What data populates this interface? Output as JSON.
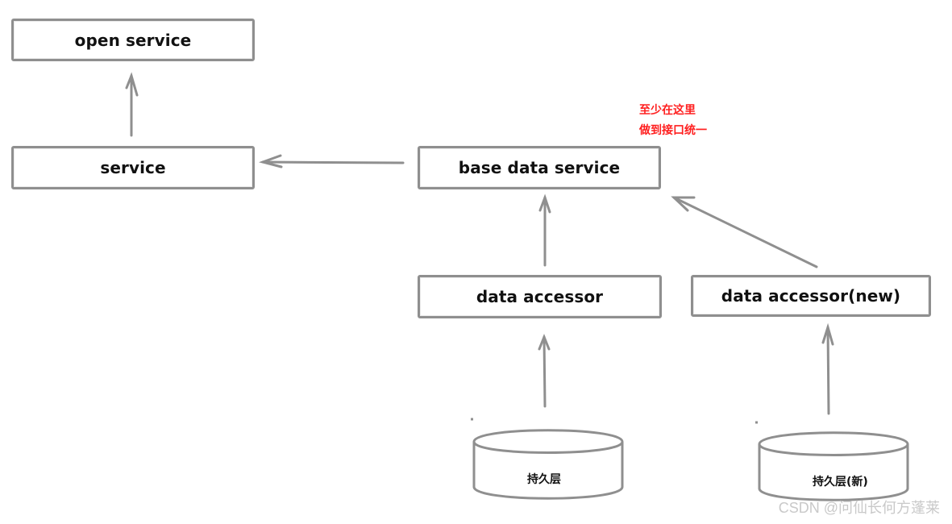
{
  "diagram": {
    "boxes": {
      "open_service": "open service",
      "service": "service",
      "base_data_service": "base data service",
      "data_accessor": "data accessor",
      "data_accessor_new": "data accessor(new)"
    },
    "databases": {
      "persistence": "持久层",
      "persistence_new": "持久层(新)"
    },
    "note": {
      "line1": "至少在这里",
      "line2": "做到接口统一"
    },
    "watermark": "CSDN @问仙长何方蓬莱",
    "colors": {
      "stroke": "#8f8f8f",
      "text": "#111111",
      "note": "#ff1f1f",
      "watermark": "#c9c9c9"
    }
  }
}
